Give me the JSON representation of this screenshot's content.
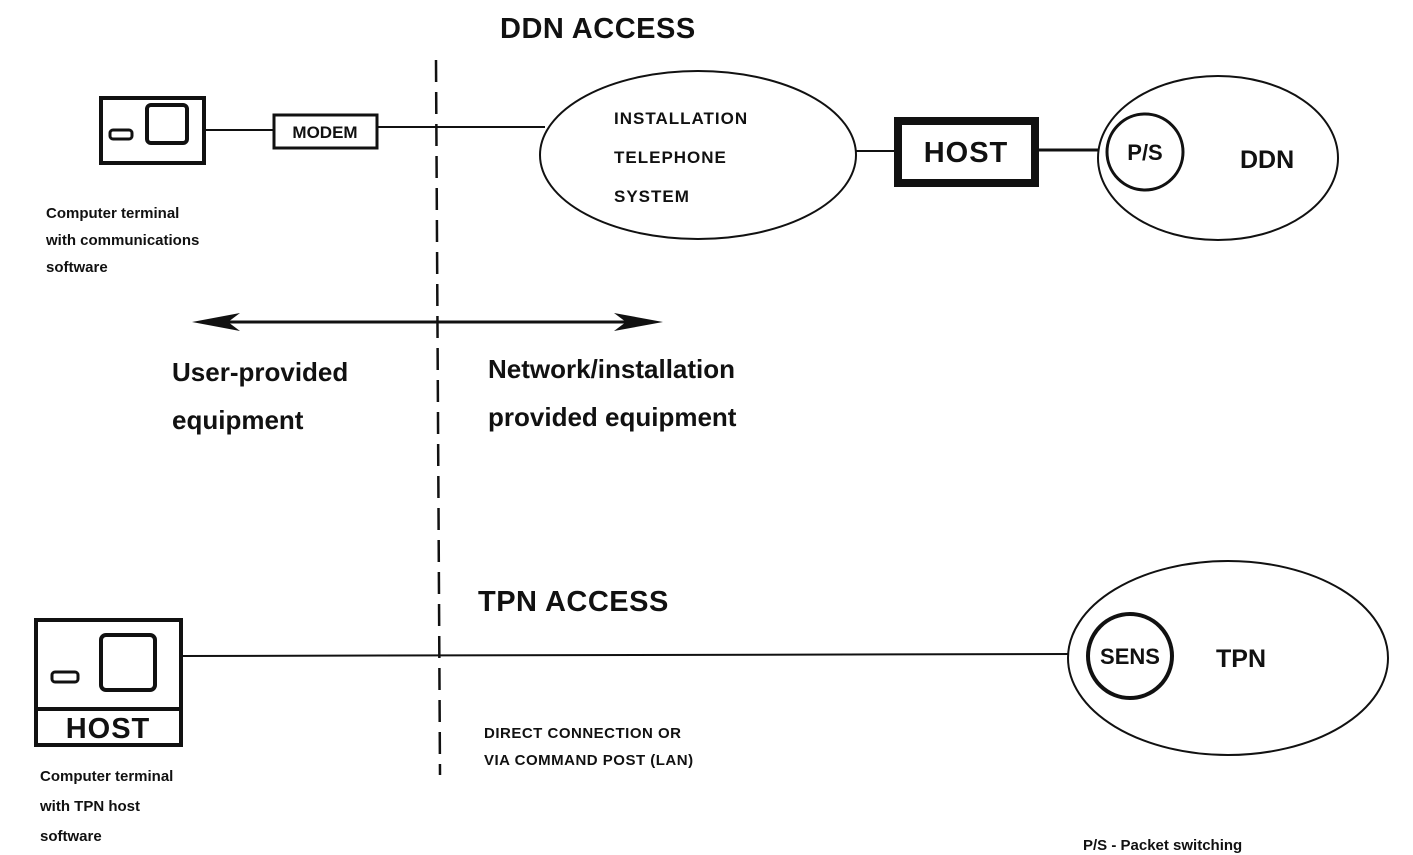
{
  "ddn": {
    "title": "DDN ACCESS",
    "modem_label": "MODEM",
    "telephone_system": [
      "INSTALLATION",
      "TELEPHONE",
      "SYSTEM"
    ],
    "host_label": "HOST",
    "ps_label": "P/S",
    "network_label": "DDN",
    "terminal_caption": [
      "Computer terminal",
      "with communications",
      "software"
    ]
  },
  "boundary": {
    "left": [
      "User-provided",
      "equipment"
    ],
    "right": [
      "Network/installation",
      "provided equipment"
    ]
  },
  "tpn": {
    "title": "TPN ACCESS",
    "host_label": "HOST",
    "connection_note": [
      "DIRECT CONNECTION OR",
      "VIA COMMAND POST (LAN)"
    ],
    "sens_label": "SENS",
    "network_label": "TPN",
    "terminal_caption": [
      "Computer terminal",
      "with TPN host",
      "software"
    ]
  },
  "footnote": "P/S - Packet switching"
}
